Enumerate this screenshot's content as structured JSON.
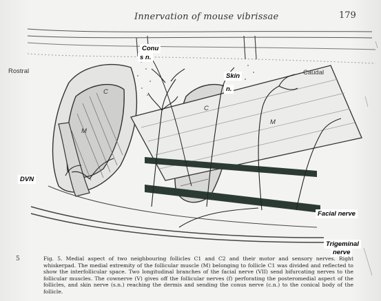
{
  "page": {
    "header_title": "Innervation of mouse vibrissae",
    "page_number": "179"
  },
  "figure": {
    "labels": {
      "rostral": "Rostral",
      "caudal": "Caudal",
      "muscle_left": "M",
      "muscle_right": "M",
      "follicle_left": "C",
      "follicle_right": "C"
    },
    "annotations": {
      "conus": "Conu",
      "conus_n": "s n.",
      "skin": "Skin",
      "skin_n": "n.",
      "dvn": "DVN",
      "facial": "Facial nerve",
      "trigeminal": "Trigeminal",
      "trigeminal_nerve": "nerve"
    },
    "figure_number": "5",
    "caption": "Fig. 5. Medial aspect of two neighbouring follicles C1 and C2 and their motor and sensory nerves. Right whiskerpad. The medial extremity of the follicular muscle (M) belonging to follicle C1 was divided and reflected to show the interfollicular space. Two longitudinal branches of the facial nerve (VII) send bifurcating nerves to the follicular muscles. The cownerve (V) gives off the follicular nerves (f) perforating the posteromedial aspect of the follicles, and skin nerve (s.n.) reaching the dermis and sending the conus nerve (c.n.) to the conical body of the follicle."
  }
}
